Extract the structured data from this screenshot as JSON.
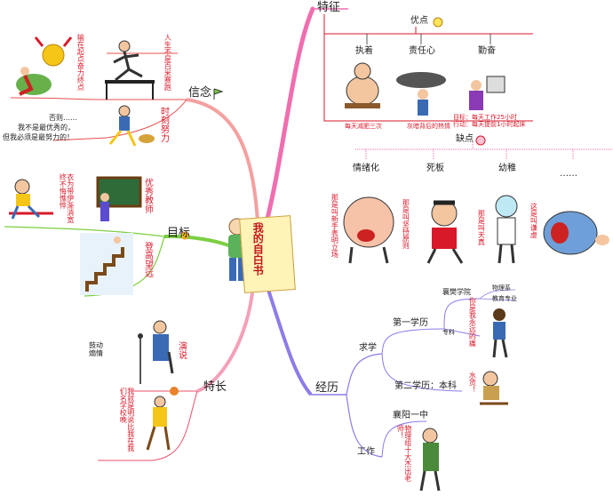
{
  "center": {
    "title": "我的自白书"
  },
  "branches": {
    "traits": {
      "label": "特征",
      "merits": {
        "label": "优点",
        "items": [
          {
            "label": "执着",
            "caption": "每天减肥三次"
          },
          {
            "label": "责任心",
            "caption": "灰暗背后的热情"
          },
          {
            "label": "勤奋",
            "caption": "目标：每天工作25小时\n行动：每天提前1小时起床"
          }
        ]
      },
      "flaws": {
        "label": "缺点",
        "items": [
          {
            "label": "情绪化",
            "caption": "那是叫新手表明立场"
          },
          {
            "label": "死板",
            "caption": "那是叫坚持原则"
          },
          {
            "label": "幼稚",
            "caption": "那是叫天真"
          },
          {
            "label": "……",
            "caption": "这是叫谦虚"
          }
        ]
      }
    },
    "beliefs": {
      "label": "信念",
      "items": [
        {
          "caption": "输在起点奋力终点"
        },
        {
          "caption": "人生不是百米赛跑"
        },
        {
          "caption": "时刻努力"
        }
      ],
      "quote_line1": "否则……",
      "quote_line2": "我不是最优秀的，",
      "quote_line3": "但我必须是最努力的！"
    },
    "goals": {
      "label": "目标",
      "items": [
        {
          "caption": "衣为带伊渐消宽终不悔憔悴"
        },
        {
          "caption": "优秀教师"
        },
        {
          "caption": "登高望远"
        }
      ]
    },
    "strengths": {
      "label": "特长",
      "items": [
        {
          "label": "鼓动\n煽情",
          "caption": "演说"
        },
        {
          "caption": "我就是明说比我在我们名学校晚"
        }
      ]
    },
    "experience": {
      "label": "经历",
      "study": {
        "label": "求学",
        "first": {
          "label": "第一学历",
          "college": "襄樊学院",
          "college_sub1": "物理系",
          "college_sub2": "教育专业",
          "major": "专科",
          "caption": "你是我永远的痛"
        },
        "second": {
          "label": "第二学历：本科",
          "caption": "水货！"
        }
      },
      "work": {
        "label": "工作",
        "school": "襄阳一中",
        "caption": "物理组十大杰出老师！"
      }
    }
  },
  "colors": {
    "traits": "#f06eb0",
    "beliefs": "#e8504f",
    "goals": "#7ccf42",
    "strengths": "#e8506a",
    "experience": "#8f7be8",
    "traits_line": "#d8192a"
  }
}
